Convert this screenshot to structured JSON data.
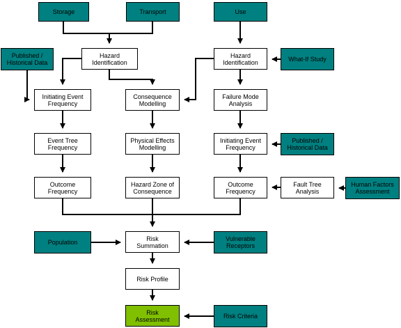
{
  "colors": {
    "teal": "#008080",
    "green": "#80c000",
    "white": "#ffffff",
    "line": "#000000"
  },
  "diagram": {
    "nodes": [
      {
        "id": "storage",
        "label": "Storage",
        "style": "teal"
      },
      {
        "id": "transport",
        "label": "Transport",
        "style": "teal"
      },
      {
        "id": "use",
        "label": "Use",
        "style": "teal"
      },
      {
        "id": "published1",
        "label": "Published /\nHistorical Data",
        "style": "teal"
      },
      {
        "id": "hazard-id-1",
        "label": "Hazard\nIdentification",
        "style": "white"
      },
      {
        "id": "hazard-id-2",
        "label": "Hazard\nIdentification",
        "style": "white"
      },
      {
        "id": "whatif",
        "label": "What-If Study",
        "style": "teal"
      },
      {
        "id": "init-event-freq-1",
        "label": "Initiating Event\nFrequency",
        "style": "white"
      },
      {
        "id": "consequence-modelling",
        "label": "Consequence\nModelling",
        "style": "white"
      },
      {
        "id": "failure-mode",
        "label": "Failure Mode\nAnalysis",
        "style": "white"
      },
      {
        "id": "event-tree",
        "label": "Event Tree\nFrequency",
        "style": "white"
      },
      {
        "id": "physical-effects",
        "label": "Physical Effects\nModelling",
        "style": "white"
      },
      {
        "id": "init-event-freq-2",
        "label": "Initiating Event\nFrequency",
        "style": "white"
      },
      {
        "id": "published2",
        "label": "Published /\nHistorical Data",
        "style": "teal"
      },
      {
        "id": "outcome-freq-1",
        "label": "Outcome\nFrequency",
        "style": "white"
      },
      {
        "id": "hazard-zone",
        "label": "Hazard Zone of\nConsequence",
        "style": "white"
      },
      {
        "id": "outcome-freq-2",
        "label": "Outcome\nFrequency",
        "style": "white"
      },
      {
        "id": "fault-tree",
        "label": "Fault Tree\nAnalysis",
        "style": "white"
      },
      {
        "id": "human-factors",
        "label": "Human Factors\nAssessment",
        "style": "teal"
      },
      {
        "id": "population",
        "label": "Population",
        "style": "teal"
      },
      {
        "id": "risk-summation",
        "label": "Risk\nSummation",
        "style": "white"
      },
      {
        "id": "vulnerable",
        "label": "Vulnerable\nReceptors",
        "style": "teal"
      },
      {
        "id": "risk-profile",
        "label": "Risk Profile",
        "style": "white"
      },
      {
        "id": "risk-assessment",
        "label": "Risk\nAssessment",
        "style": "green"
      },
      {
        "id": "risk-criteria",
        "label": "Risk Criteria",
        "style": "teal"
      }
    ],
    "edges": [
      {
        "from": "storage",
        "to": "hazard-id-1"
      },
      {
        "from": "transport",
        "to": "hazard-id-1"
      },
      {
        "from": "use",
        "to": "hazard-id-2"
      },
      {
        "from": "hazard-id-1",
        "to": "init-event-freq-1"
      },
      {
        "from": "hazard-id-1",
        "to": "consequence-modelling"
      },
      {
        "from": "published1",
        "to": "init-event-freq-1"
      },
      {
        "from": "hazard-id-2",
        "to": "consequence-modelling"
      },
      {
        "from": "hazard-id-2",
        "to": "failure-mode"
      },
      {
        "from": "whatif",
        "to": "hazard-id-2"
      },
      {
        "from": "init-event-freq-1",
        "to": "event-tree"
      },
      {
        "from": "consequence-modelling",
        "to": "physical-effects"
      },
      {
        "from": "failure-mode",
        "to": "init-event-freq-2"
      },
      {
        "from": "published2",
        "to": "init-event-freq-2"
      },
      {
        "from": "event-tree",
        "to": "outcome-freq-1"
      },
      {
        "from": "physical-effects",
        "to": "hazard-zone"
      },
      {
        "from": "init-event-freq-2",
        "to": "outcome-freq-2"
      },
      {
        "from": "fault-tree",
        "to": "outcome-freq-2"
      },
      {
        "from": "human-factors",
        "to": "fault-tree"
      },
      {
        "from": "outcome-freq-1",
        "to": "risk-summation"
      },
      {
        "from": "hazard-zone",
        "to": "risk-summation"
      },
      {
        "from": "outcome-freq-2",
        "to": "risk-summation"
      },
      {
        "from": "population",
        "to": "risk-summation"
      },
      {
        "from": "vulnerable",
        "to": "risk-summation"
      },
      {
        "from": "risk-summation",
        "to": "risk-profile"
      },
      {
        "from": "risk-profile",
        "to": "risk-assessment"
      },
      {
        "from": "risk-criteria",
        "to": "risk-assessment"
      }
    ]
  }
}
